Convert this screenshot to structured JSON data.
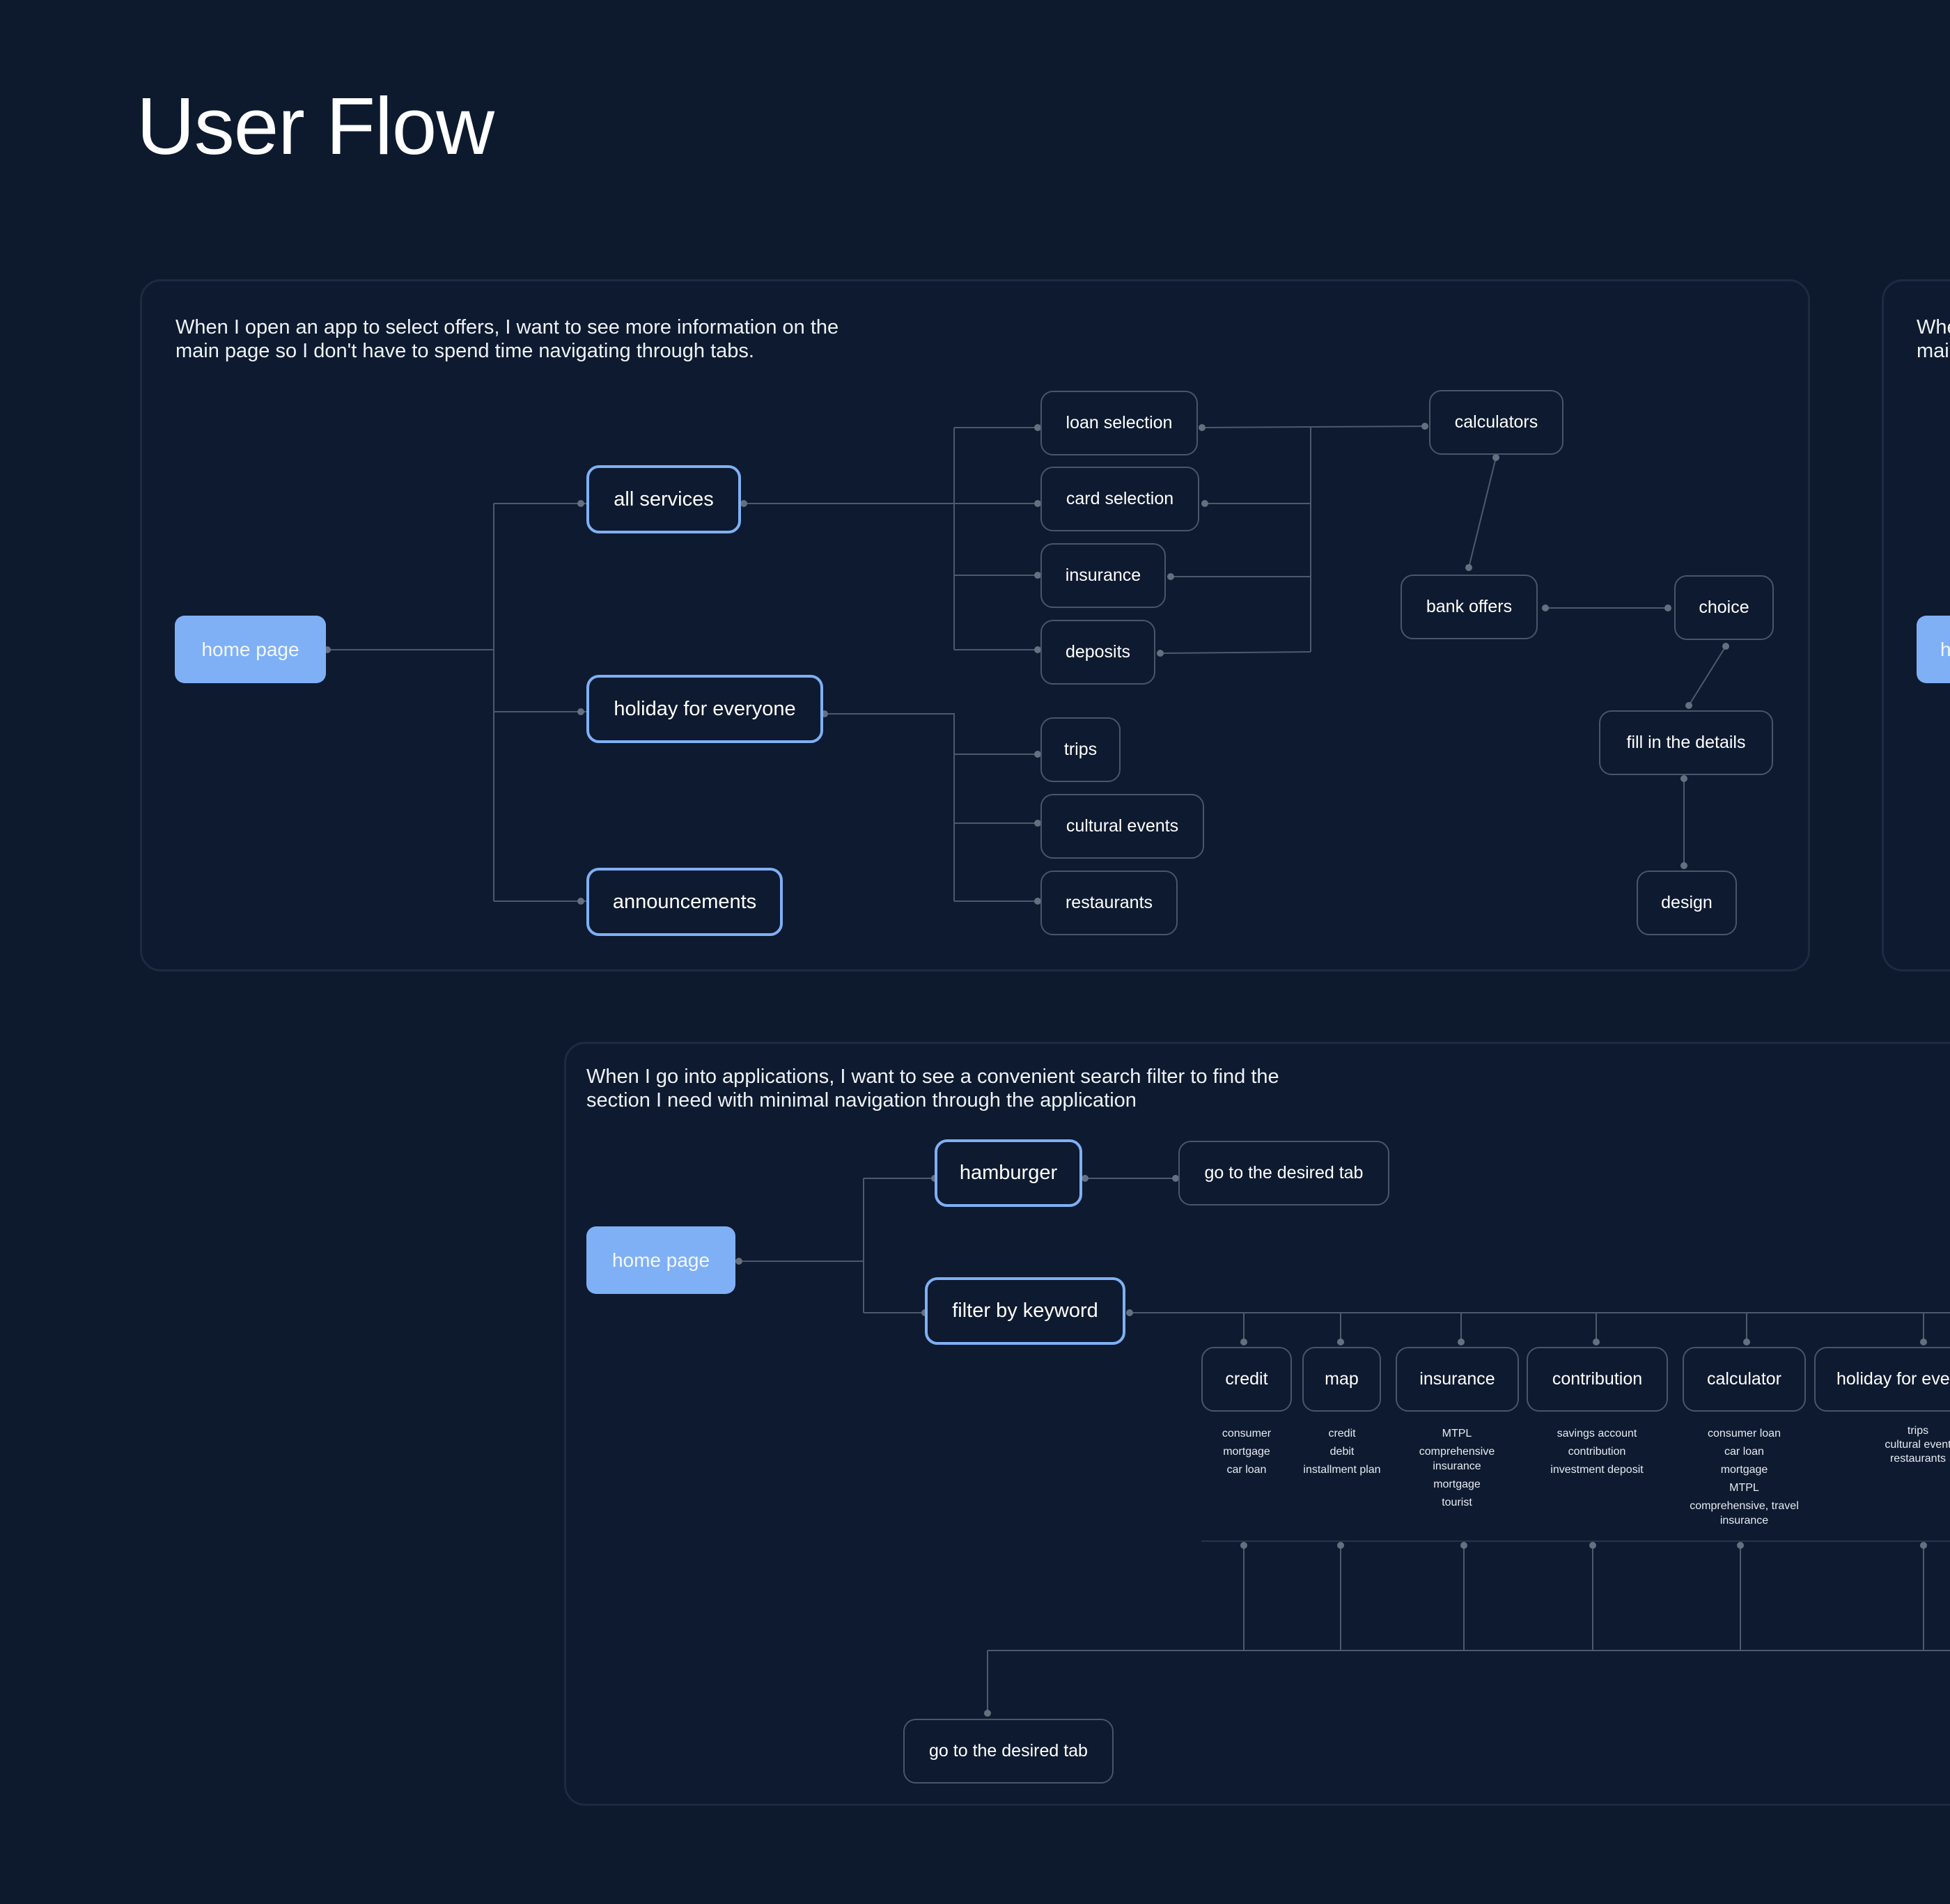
{
  "title": "User Flow",
  "flow1": {
    "caption_l1": "When I open an app to select offers, I want to see more information on the",
    "caption_l2": "main page so I don't have to spend time navigating through tabs.",
    "nodes": {
      "home_page": "home page",
      "all_services": "all services",
      "holiday_for_everyone": "holiday for everyone",
      "announcements": "announcements",
      "loan_selection": "loan selection",
      "card_selection": "card selection",
      "insurance": "insurance",
      "deposits": "deposits",
      "trips": "trips",
      "cultural_events": "cultural events",
      "restaurants": "restaurants",
      "calculators": "calculators",
      "bank_offers": "bank offers",
      "choice": "choice",
      "fill_in_details": "fill in the details",
      "design": "design"
    }
  },
  "flow_partial": {
    "caption_l1": "Whe",
    "caption_l2": "mai",
    "node_stub": "h"
  },
  "flow2": {
    "caption_l1": "When I go into applications, I want to see a convenient search filter to find the",
    "caption_l2": "section I need with minimal navigation through the application",
    "nodes": {
      "home_page": "home page",
      "hamburger": "hamburger",
      "go_desired_tab_top": "go to the desired tab",
      "filter_by_keyword": "filter by keyword",
      "go_desired_tab_bottom": "go to the desired tab"
    },
    "categories": [
      {
        "label": "credit",
        "items": [
          "consumer",
          "mortgage",
          "car loan"
        ]
      },
      {
        "label": "map",
        "items": [
          "credit",
          "debit",
          "installment plan"
        ]
      },
      {
        "label": "insurance",
        "items": [
          "MTPL",
          "comprehensive insurance",
          "mortgage",
          "tourist"
        ]
      },
      {
        "label": "contribution",
        "items": [
          "savings account",
          "contribution",
          "investment deposit"
        ]
      },
      {
        "label": "calculator",
        "items": [
          "consumer loan",
          "car loan",
          "mortgage",
          "MTPL",
          "comprehensive, travel insurance"
        ]
      },
      {
        "label": "holiday for eve",
        "items": [
          "trips",
          "cultural event",
          "restaurants"
        ]
      }
    ]
  }
}
